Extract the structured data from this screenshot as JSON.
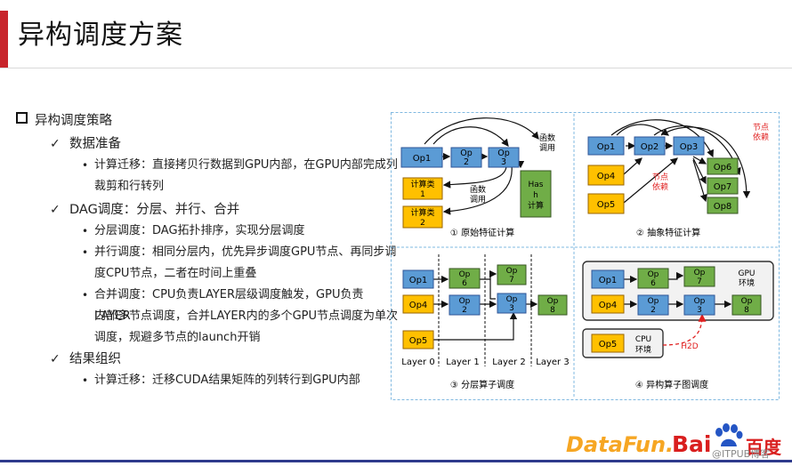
{
  "slide": {
    "title": "异构调度方案",
    "heading": "异构调度策略",
    "sections": [
      {
        "label": "数据准备",
        "items": [
          "计算迁移：直接拷贝行数据到GPU内部，在GPU内部完成列",
          "裁剪和行转列"
        ]
      },
      {
        "label": "DAG调度：分层、并行、合并",
        "items": [
          "分层调度：DAG拓扑排序，实现分层调度",
          "并行调度：相同分层内，优先异步调度GPU节点、再同步调",
          "度CPU节点，二者在时间上重叠",
          "合并调度：CPU负责LAYER层级调度触发，GPU负责LAYER",
          "内部多节点调度，合并LAYER内的多个GPU节点调度为单次",
          "调度，规避多节点的launch开销"
        ]
      },
      {
        "label": "结果组织",
        "items": [
          "计算迁移：迁移CUDA结果矩阵的列转行到GPU内部"
        ]
      }
    ]
  },
  "diagram": {
    "q1": {
      "caption": "① 原始特征计算",
      "op1": "Op1",
      "op2a": "Op",
      "op2b": "2",
      "op3a": "Op",
      "op3b": "3",
      "calc1a": "计算类",
      "calc1b": "1",
      "calc2a": "计算类",
      "calc2b": "2",
      "hash1": "Has",
      "hash2": "h",
      "hash3": "计算",
      "func_top1": "函数",
      "func_top2": "调用",
      "func_mid1": "函数",
      "func_mid2": "调用"
    },
    "q2": {
      "caption": "② 抽象特征计算",
      "op1": "Op1",
      "op2": "Op2",
      "op3": "Op3",
      "op4": "Op4",
      "op5": "Op5",
      "op6": "Op6",
      "op7": "Op7",
      "op8": "Op8",
      "dep_a1": "节点",
      "dep_a2": "依赖",
      "dep_b1": "节点",
      "dep_b2": "依赖"
    },
    "q3": {
      "caption": "③ 分层算子调度",
      "op1": "Op1",
      "op4": "Op4",
      "op5": "Op5",
      "op6a": "Op",
      "op6b": "6",
      "op2a": "Op",
      "op2b": "2",
      "op7a": "Op",
      "op7b": "7",
      "op3a": "Op",
      "op3b": "3",
      "op8a": "Op",
      "op8b": "8",
      "layers": [
        "Layer 0",
        "Layer 1",
        "Layer 2",
        "Layer 3"
      ]
    },
    "q4": {
      "caption": "④ 异构算子图调度",
      "op1": "Op1",
      "op4": "Op4",
      "op5": "Op5",
      "op6a": "Op",
      "op6b": "6",
      "op2a": "Op",
      "op2b": "2",
      "op7a": "Op",
      "op7b": "7",
      "op3a": "Op",
      "op3b": "3",
      "op8a": "Op",
      "op8b": "8",
      "gpu1": "GPU",
      "gpu2": "环境",
      "cpu1": "CPU",
      "cpu2": "环境",
      "h2d": "H2D"
    },
    "colors": {
      "blue": "#5b9bd5",
      "yellow": "#ffc000",
      "green": "#70ad47",
      "red": "#e02020",
      "border": "#7fb8e0"
    }
  },
  "footer": {
    "logo_datafun": "DataFun.",
    "logo_bai": "Bai",
    "logo_du": "百度",
    "watermark": "@ITPUB博客"
  }
}
